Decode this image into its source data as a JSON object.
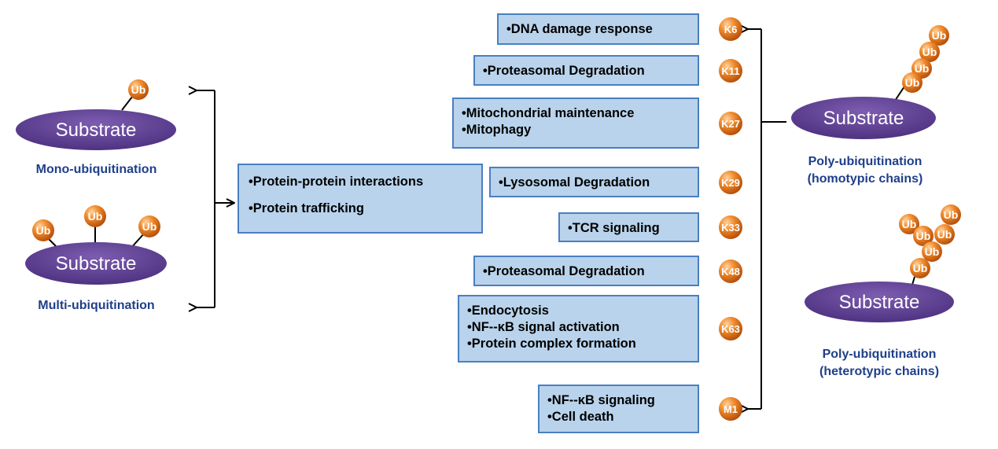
{
  "left": {
    "mono": {
      "substrate": "Substrate",
      "ub": "Ub",
      "caption": "Mono-ubiquitination"
    },
    "multi": {
      "substrate": "Substrate",
      "ub": [
        "Ub",
        "Ub",
        "Ub"
      ],
      "caption": "Multi-ubiquitination"
    }
  },
  "center_box": [
    "•Protein-protein interactions",
    "•Protein trafficking"
  ],
  "linkages": [
    {
      "k": "K6",
      "functions": [
        "•DNA damage response"
      ]
    },
    {
      "k": "K11",
      "functions": [
        "•Proteasomal Degradation"
      ]
    },
    {
      "k": "K27",
      "functions": [
        "•Mitochondrial maintenance",
        "•Mitophagy"
      ]
    },
    {
      "k": "K29",
      "functions": [
        "•Lysosomal Degradation"
      ]
    },
    {
      "k": "K33",
      "functions": [
        "•TCR signaling"
      ]
    },
    {
      "k": "K48",
      "functions": [
        "•Proteasomal Degradation"
      ]
    },
    {
      "k": "K63",
      "functions": [
        "•Endocytosis",
        "•NF--κB signal activation",
        "•Protein complex formation"
      ]
    },
    {
      "k": "M1",
      "functions": [
        "•NF--κB signaling",
        "•Cell death"
      ]
    }
  ],
  "right": {
    "homotypic": {
      "substrate": "Substrate",
      "ub": [
        "Ub",
        "Ub",
        "Ub",
        "Ub"
      ],
      "caption": [
        "Poly-ubiquitination",
        "(homotypic chains)"
      ]
    },
    "heterotypic": {
      "substrate": "Substrate",
      "ub": [
        "Ub",
        "Ub",
        "Ub",
        "Ub",
        "Ub",
        "Ub"
      ],
      "caption": [
        "Poly-ubiquitination",
        "(heterotypic chains)"
      ]
    }
  },
  "colors": {
    "substrate": "#5a3e8c",
    "ub": "#e9781f",
    "box_fill": "#b9d3ec",
    "box_border": "#4a7fc1",
    "caption": "#1f3f8a"
  }
}
